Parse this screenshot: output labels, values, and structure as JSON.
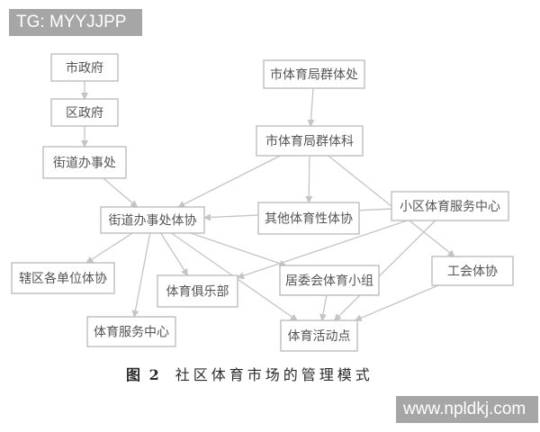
{
  "watermarks": {
    "top": "TG: MYYJJPP",
    "bottom": "www.npldkj.com"
  },
  "caption": {
    "figure_label": "图 2",
    "title": "社区体育市场的管理模式"
  },
  "nodes": {
    "shizhengfu": "市政府",
    "quzhengfu": "区政府",
    "jiedao": "街道办事处",
    "shitiyuju_chu": "市体育局群体处",
    "shitiyuju_ke": "市体育局群体科",
    "jiedao_tixie": "街道办事处体协",
    "qita_tixie": "其他体育性体协",
    "xiaoqu_fuwu": "小区体育服务中心",
    "xiaqu_danwei": "辖区各单位体协",
    "julebu": "体育俱乐部",
    "juweihui": "居委会体育小组",
    "gonghui": "工会体协",
    "fuwu_zhongxin": "体育服务中心",
    "huodongdian": "体育活动点"
  },
  "edges": [
    [
      "shizhengfu",
      "quzhengfu"
    ],
    [
      "quzhengfu",
      "jiedao"
    ],
    [
      "jiedao",
      "jiedao_tixie"
    ],
    [
      "shitiyuju_chu",
      "shitiyuju_ke"
    ],
    [
      "shitiyuju_ke",
      "jiedao_tixie"
    ],
    [
      "shitiyuju_ke",
      "qita_tixie"
    ],
    [
      "shitiyuju_ke",
      "gonghui"
    ],
    [
      "xiaoqu_fuwu",
      "jiedao_tixie"
    ],
    [
      "xiaoqu_fuwu",
      "julebu"
    ],
    [
      "xiaoqu_fuwu",
      "huodongdian"
    ],
    [
      "jiedao_tixie",
      "xiaqu_danwei"
    ],
    [
      "jiedao_tixie",
      "fuwu_zhongxin"
    ],
    [
      "jiedao_tixie",
      "julebu"
    ],
    [
      "jiedao_tixie",
      "juweihui"
    ],
    [
      "jiedao_tixie",
      "huodongdian"
    ],
    [
      "juweihui",
      "huodongdian"
    ],
    [
      "gonghui",
      "huodongdian"
    ]
  ]
}
